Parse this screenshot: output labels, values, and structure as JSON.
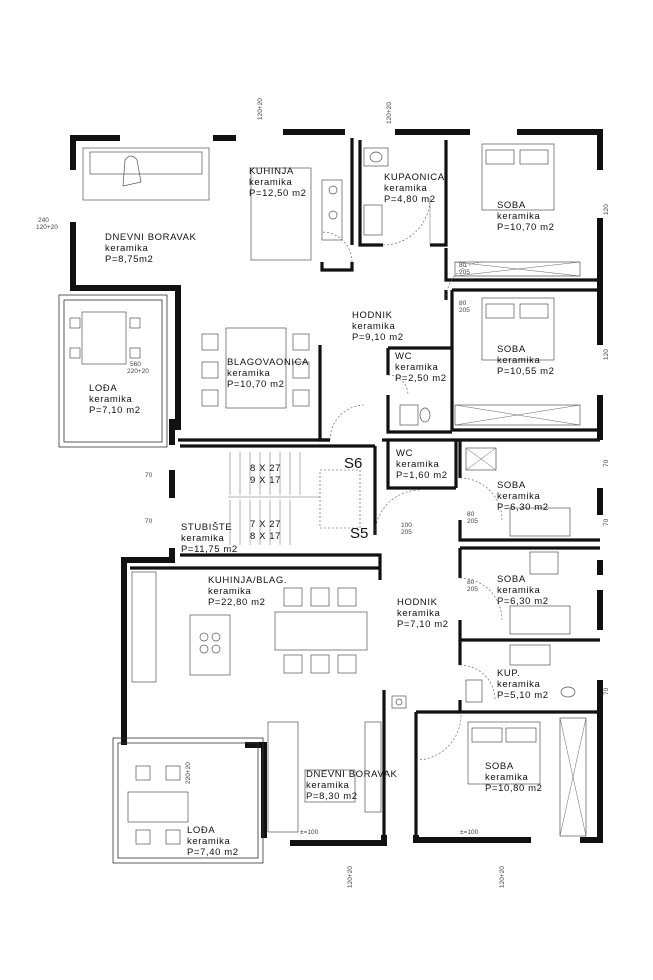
{
  "rooms": [
    {
      "key": "r1",
      "name": "DNEVNI BORAVAK",
      "material": "keramika",
      "area": "P=8,75m2"
    },
    {
      "key": "r2",
      "name": "KUHINJA",
      "material": "keramika",
      "area": "P=12,50 m2"
    },
    {
      "key": "r3",
      "name": "KUPAONICA",
      "material": "keramika",
      "area": "P=4,80 m2"
    },
    {
      "key": "r4",
      "name": "SOBA",
      "material": "keramika",
      "area": "P=10,70 m2"
    },
    {
      "key": "r5",
      "name": "HODNIK",
      "material": "keramika",
      "area": "P=9,10 m2"
    },
    {
      "key": "r6",
      "name": "SOBA",
      "material": "keramika",
      "area": "P=10,55 m2"
    },
    {
      "key": "r7",
      "name": "BLAGOVAONICA",
      "material": "keramika",
      "area": "P=10,70 m2"
    },
    {
      "key": "r8",
      "name": "WC",
      "material": "keramika",
      "area": "P=2,50 m2"
    },
    {
      "key": "r9",
      "name": "LOĐA",
      "material": "keramika",
      "area": "P=7,10 m2"
    },
    {
      "key": "r10",
      "name": "WC",
      "material": "keramika",
      "area": "P=1,60 m2"
    },
    {
      "key": "r11",
      "name": "SOBA",
      "material": "keramika",
      "area": "P=6,30 m2"
    },
    {
      "key": "r12",
      "name": "STUBIŠTE",
      "material": "keramika",
      "area": "P=11,75 m2"
    },
    {
      "key": "r13",
      "name": "SOBA",
      "material": "keramika",
      "area": "P=6,30 m2"
    },
    {
      "key": "r14",
      "name": "KUHINJA/BLAG.",
      "material": "keramika",
      "area": "P=22,80 m2"
    },
    {
      "key": "r15",
      "name": "HODNIK",
      "material": "keramika",
      "area": "P=7,10 m2"
    },
    {
      "key": "r16",
      "name": "KUP.",
      "material": "keramika",
      "area": "P=5,10 m2"
    },
    {
      "key": "r17",
      "name": "DNEVNI BORAVAK",
      "material": "keramika",
      "area": "P=8,30 m2"
    },
    {
      "key": "r18",
      "name": "SOBA",
      "material": "keramika",
      "area": "P=10,80 m2"
    },
    {
      "key": "r19",
      "name": "LOĐA",
      "material": "keramika",
      "area": "P=7,40 m2"
    }
  ],
  "stairs": {
    "upper_tag": "S6",
    "lower_tag": "S5",
    "upper_steps": [
      "8 X 27",
      "9 X 17"
    ],
    "lower_steps": [
      "7 X 27",
      "8 X 17"
    ]
  },
  "dimensions": {
    "opening_120": "120",
    "opening_100": "100",
    "opening_80": "80",
    "opening_70": "70",
    "sill_205": "205",
    "sill_220_20": "220+20",
    "sill_120_20": "120+20",
    "width_100": "±=100",
    "height_240": "240",
    "height_560": "560"
  }
}
